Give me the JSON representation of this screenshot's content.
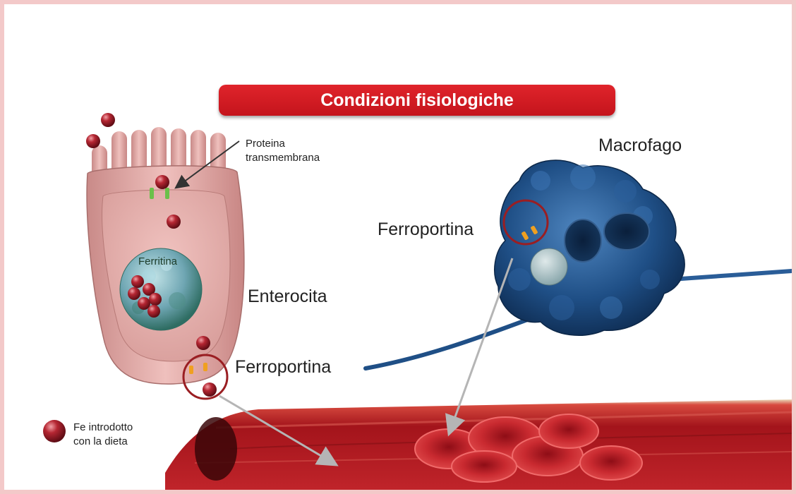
{
  "title": "Condizioni fisiologiche",
  "labels": {
    "proteina_line1": "Proteina",
    "proteina_line2": "transmembrana",
    "macrofago": "Macrofago",
    "ferroportina_macrofago": "Ferroportina",
    "ferritina": "Ferritina",
    "enterocita": "Enterocita",
    "ferroportina_enterocita": "Ferroportina"
  },
  "legend": {
    "line1": "Fe introdotto",
    "line2": "con la dieta"
  },
  "colors": {
    "title_bg": "#d41c22",
    "iron": "#9e1b25",
    "enterocyte": "#e0a6a4",
    "macrophage": "#1e4f86",
    "vessel": "#b3121a",
    "frame": "#f3c9c9"
  }
}
